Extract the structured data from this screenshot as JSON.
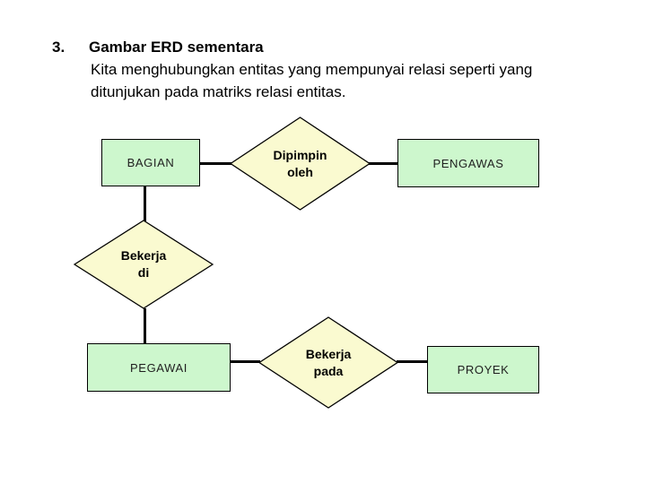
{
  "slide": {
    "heading": {
      "number": "3.",
      "title": "Gambar ERD sementara",
      "body_line_1": "Kita menghubungkan entitas yang mempunyai relasi seperti yang",
      "body_line_2": "ditunjukan pada matriks relasi entitas."
    },
    "colors": {
      "background": "#ffffff",
      "entity_fill": "#cdf7cd",
      "relation_fill": "#fafad0",
      "shape_border": "#000000",
      "connector": "#000000",
      "text": "#000000"
    },
    "diagram": {
      "entities": [
        {
          "label": "BAGIAN"
        },
        {
          "label": "PENGAWAS"
        },
        {
          "label": "PEGAWAI"
        },
        {
          "label": "PROYEK"
        }
      ],
      "relations": [
        {
          "label": "Dipimpin\noleh"
        },
        {
          "label": "Bekerja\ndi"
        },
        {
          "label": "Bekerja\npada"
        }
      ],
      "connections": [
        {
          "from": "BAGIAN",
          "to": "Dipimpin oleh"
        },
        {
          "from": "Dipimpin oleh",
          "to": "PENGAWAS"
        },
        {
          "from": "BAGIAN",
          "to": "Bekerja di"
        },
        {
          "from": "Bekerja di",
          "to": "PEGAWAI"
        },
        {
          "from": "PEGAWAI",
          "to": "Bekerja pada"
        },
        {
          "from": "Bekerja pada",
          "to": "PROYEK"
        }
      ]
    }
  }
}
